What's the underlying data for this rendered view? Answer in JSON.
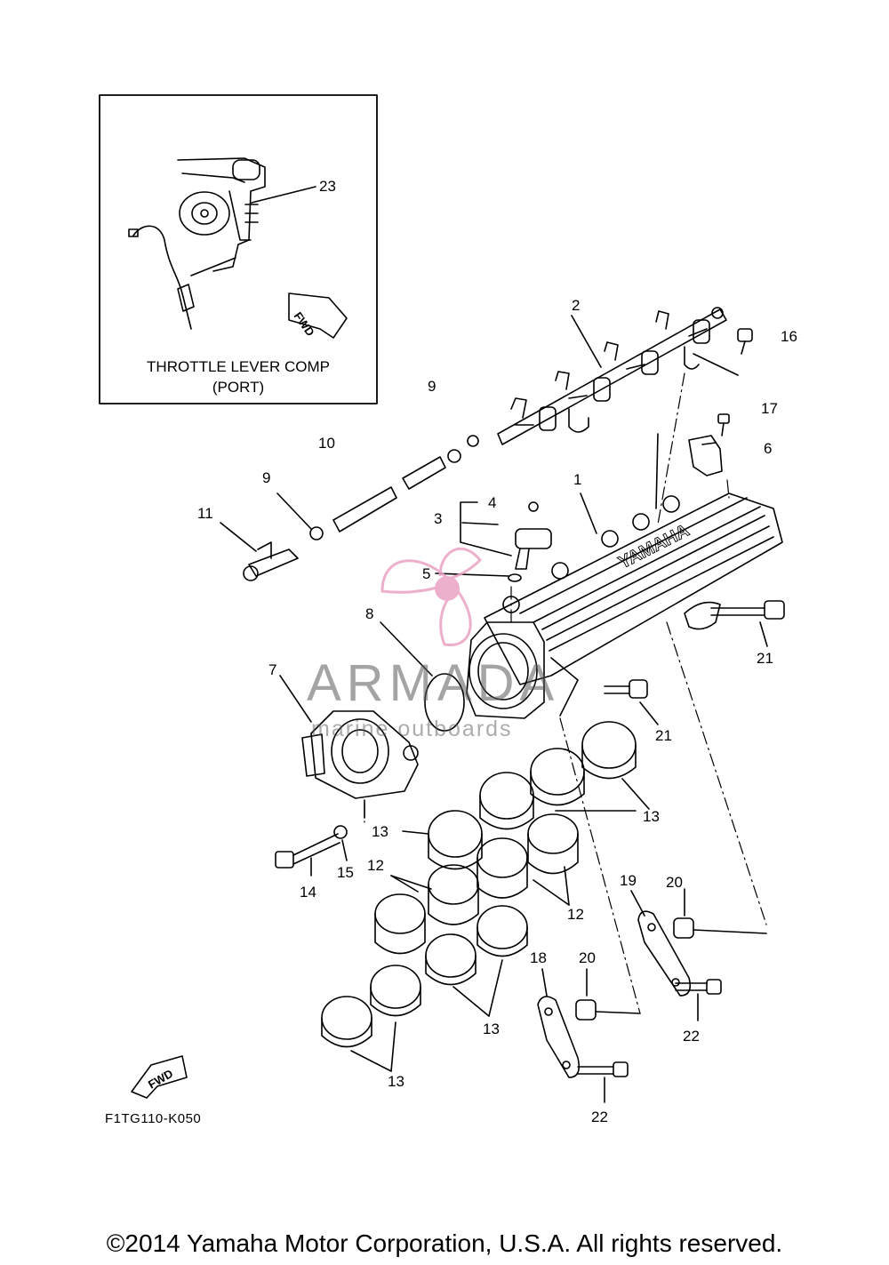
{
  "inset": {
    "title_line1": "THROTTLE LEVER COMP",
    "title_line2": "(PORT)",
    "fwd_label": "FWD"
  },
  "main_fwd_label": "FWD",
  "brand_on_part": "YAMAHA",
  "watermark": {
    "name": "ARMADA",
    "sub": "marine outboards"
  },
  "diagram_code": "F1TG110-K050",
  "copyright": "©2014 Yamaha Motor Corporation, U.S.A. All rights reserved.",
  "callouts": {
    "c1": "1",
    "c2": "2",
    "c3": "3",
    "c4": "4",
    "c5": "5",
    "c6": "6",
    "c7": "7",
    "c8": "8",
    "c9a": "9",
    "c9b": "9",
    "c10": "10",
    "c11": "11",
    "c12a": "12",
    "c12b": "12",
    "c13a": "13",
    "c13b": "13",
    "c13c": "13",
    "c13d": "13",
    "c14": "14",
    "c15": "15",
    "c16": "16",
    "c17": "17",
    "c18": "18",
    "c19": "19",
    "c20a": "20",
    "c20b": "20",
    "c21a": "21",
    "c21b": "21",
    "c22a": "22",
    "c22b": "22",
    "c23": "23"
  },
  "colors": {
    "line": "#000000",
    "watermark_pink": "#e9a3c4",
    "watermark_gray": "#6b6b6b"
  }
}
